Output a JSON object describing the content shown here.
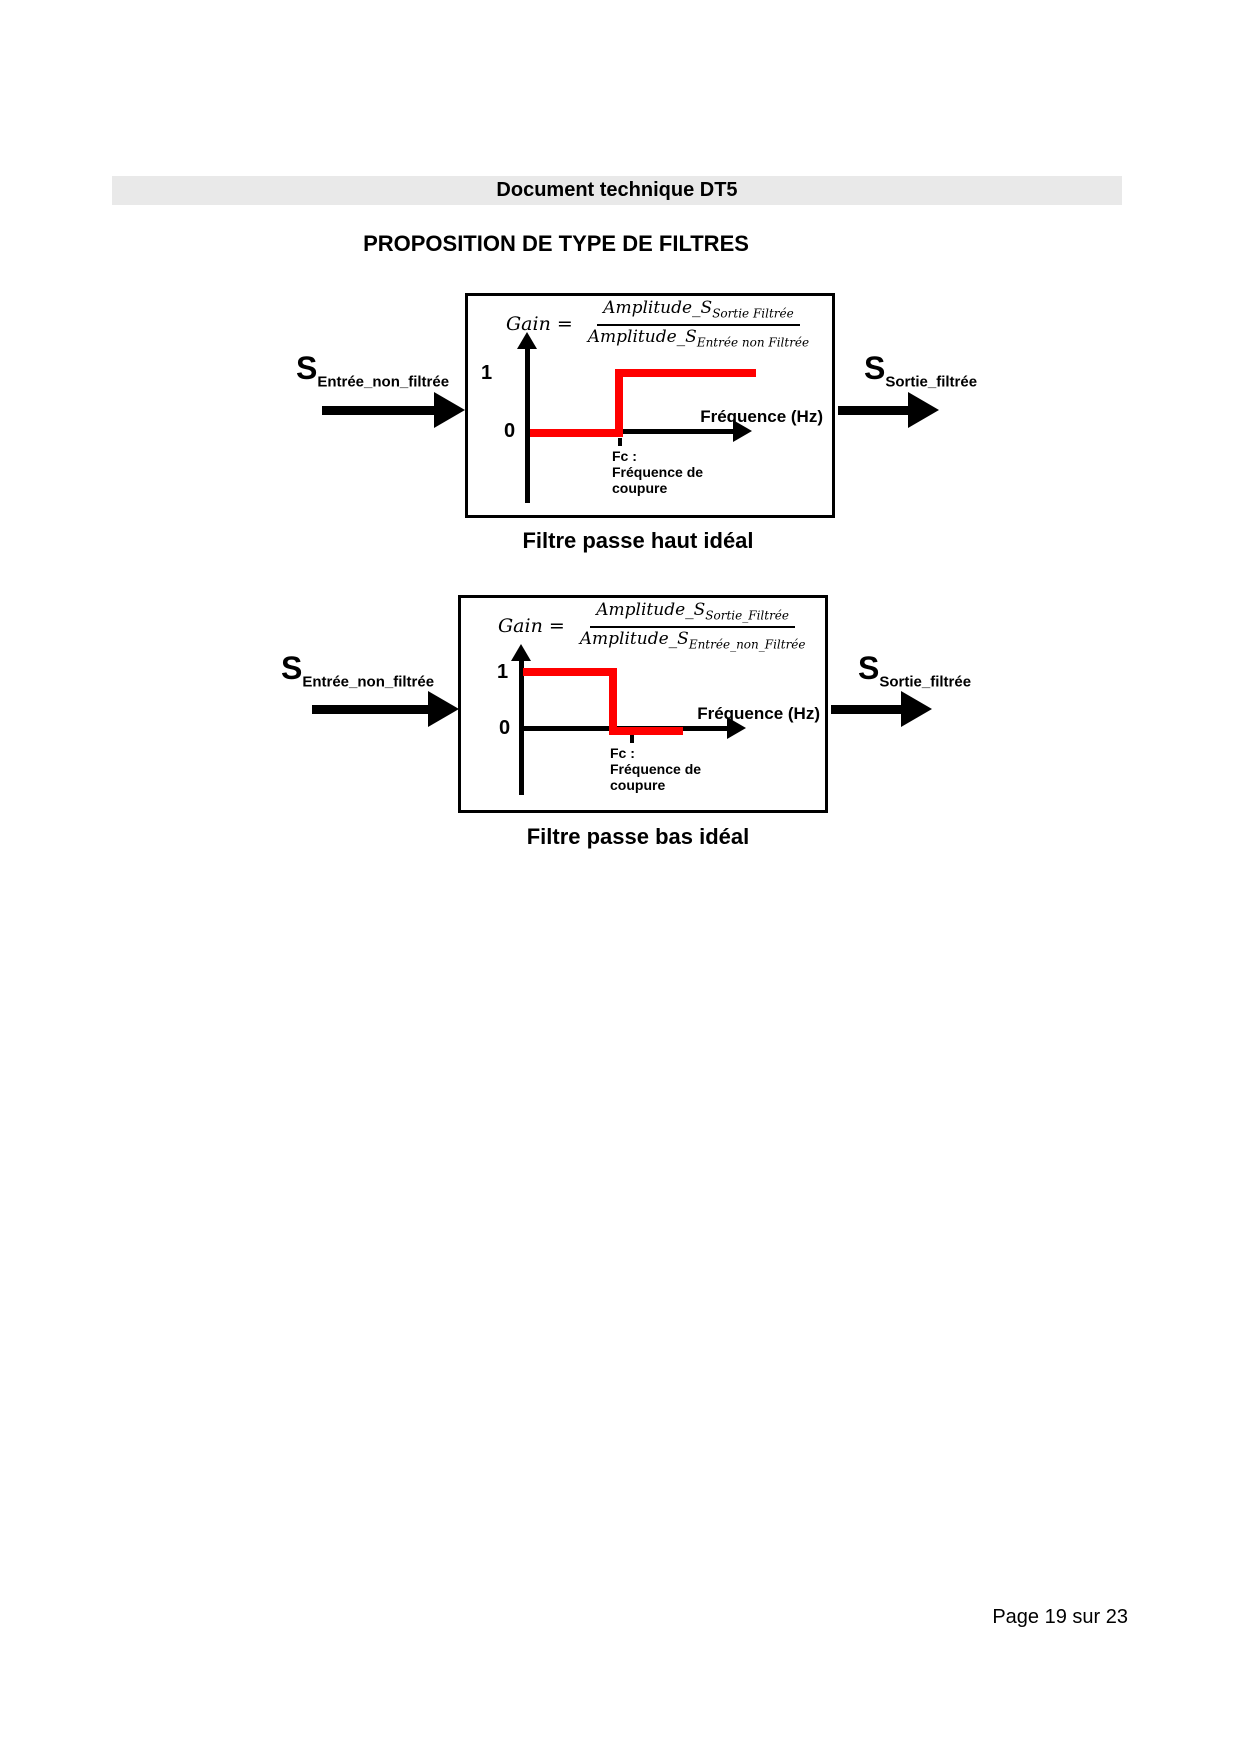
{
  "header": {
    "band_label": "Document technique DT5",
    "band_bg": "#e9e9e9"
  },
  "title": "PROPOSITION DE TYPE DE FILTRES",
  "diagrams": [
    {
      "type": "high-pass-ideal",
      "caption": "Filtre passe haut idéal",
      "input_label": {
        "main": "S",
        "sub": "Entrée_non_filtrée"
      },
      "output_label": {
        "main": "S",
        "sub": "Sortie_filtrée"
      },
      "formula": {
        "lhs": "Gain =",
        "numerator": {
          "main": "Amplitude_S",
          "sub": "Sortie Filtrée"
        },
        "denominator": {
          "main": "Amplitude_S",
          "sub": "Entrée non Filtrée"
        }
      },
      "axis": {
        "x_label": "Fréquence (Hz)",
        "y_tick_high": "1",
        "y_tick_low": "0",
        "cutoff_lines": [
          "Fc :",
          "Fréquence de",
          "coupure"
        ]
      },
      "curve": {
        "type": "step",
        "color": "#ff0000",
        "gain_before_fc": 0,
        "gain_after_fc": 1
      }
    },
    {
      "type": "low-pass-ideal",
      "caption": "Filtre passe bas idéal",
      "input_label": {
        "main": "S",
        "sub": "Entrée_non_filtrée"
      },
      "output_label": {
        "main": "S",
        "sub": "Sortie_filtrée"
      },
      "formula": {
        "lhs": "Gain =",
        "numerator": {
          "main": "Amplitude_S",
          "sub": "Sortie_Filtrée"
        },
        "denominator": {
          "main": "Amplitude_S",
          "sub": "Entrée_non_Filtrée"
        }
      },
      "axis": {
        "x_label": "Fréquence (Hz)",
        "y_tick_high": "1",
        "y_tick_low": "0",
        "cutoff_lines": [
          "Fc :",
          "Fréquence de",
          "coupure"
        ]
      },
      "curve": {
        "type": "step",
        "color": "#ff0000",
        "gain_before_fc": 1,
        "gain_after_fc": 0
      }
    }
  ],
  "footer": {
    "page_label": "Page 19 sur 23"
  }
}
